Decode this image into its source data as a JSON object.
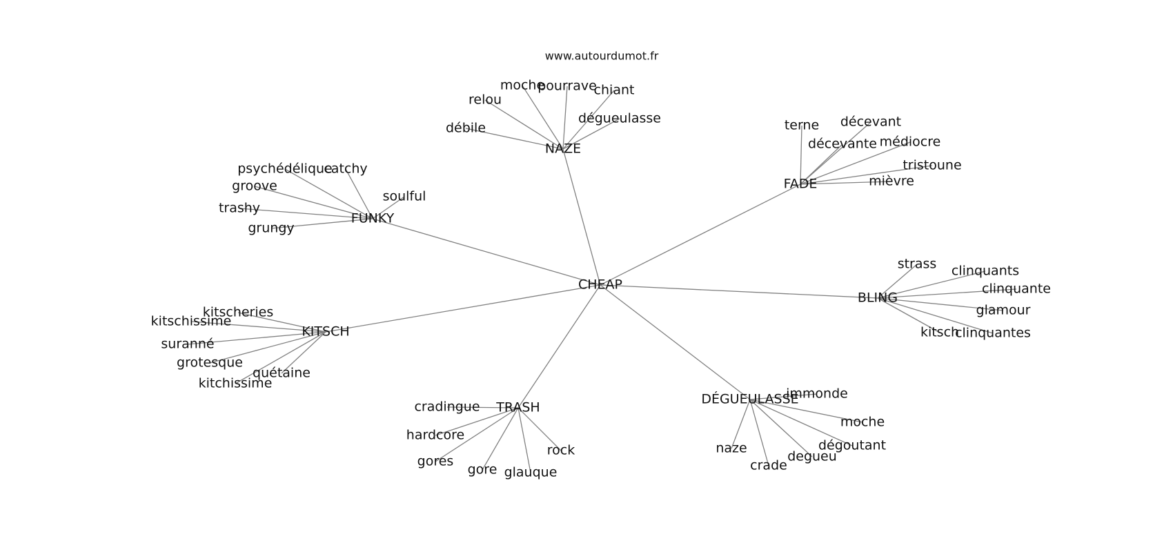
{
  "credit": "www.autourdumot.fr",
  "graph": {
    "root": "CHEAP",
    "clusters": [
      {
        "id": "naze",
        "label": "NAZE",
        "children": [
          "moche",
          "pourrave",
          "chiant",
          "relou",
          "dégueulasse",
          "débile"
        ]
      },
      {
        "id": "fade",
        "label": "FADE",
        "children": [
          "terne",
          "décevant",
          "décevante",
          "médiocre",
          "tristoune",
          "mièvre"
        ]
      },
      {
        "id": "funky",
        "label": "FUNKY",
        "children": [
          "psychédélique",
          "catchy",
          "groove",
          "soulful",
          "trashy",
          "grungy"
        ]
      },
      {
        "id": "bling",
        "label": "BLING",
        "children": [
          "strass",
          "clinquants",
          "clinquante",
          "glamour",
          "kitsch",
          "clinquantes"
        ]
      },
      {
        "id": "kitsch",
        "label": "KITSCH",
        "children": [
          "kitscheries",
          "kitschissime",
          "suranné",
          "grotesque",
          "quétaine",
          "kitchissime"
        ]
      },
      {
        "id": "trash",
        "label": "TRASH",
        "children": [
          "cradingue",
          "hardcore",
          "gores",
          "gore",
          "glauque",
          "rock"
        ]
      },
      {
        "id": "degueulasse",
        "label": "DÉGUEULASSE",
        "children": [
          "immonde",
          "moche",
          "dégoutant",
          "degueu",
          "naze",
          "crade"
        ]
      }
    ]
  }
}
